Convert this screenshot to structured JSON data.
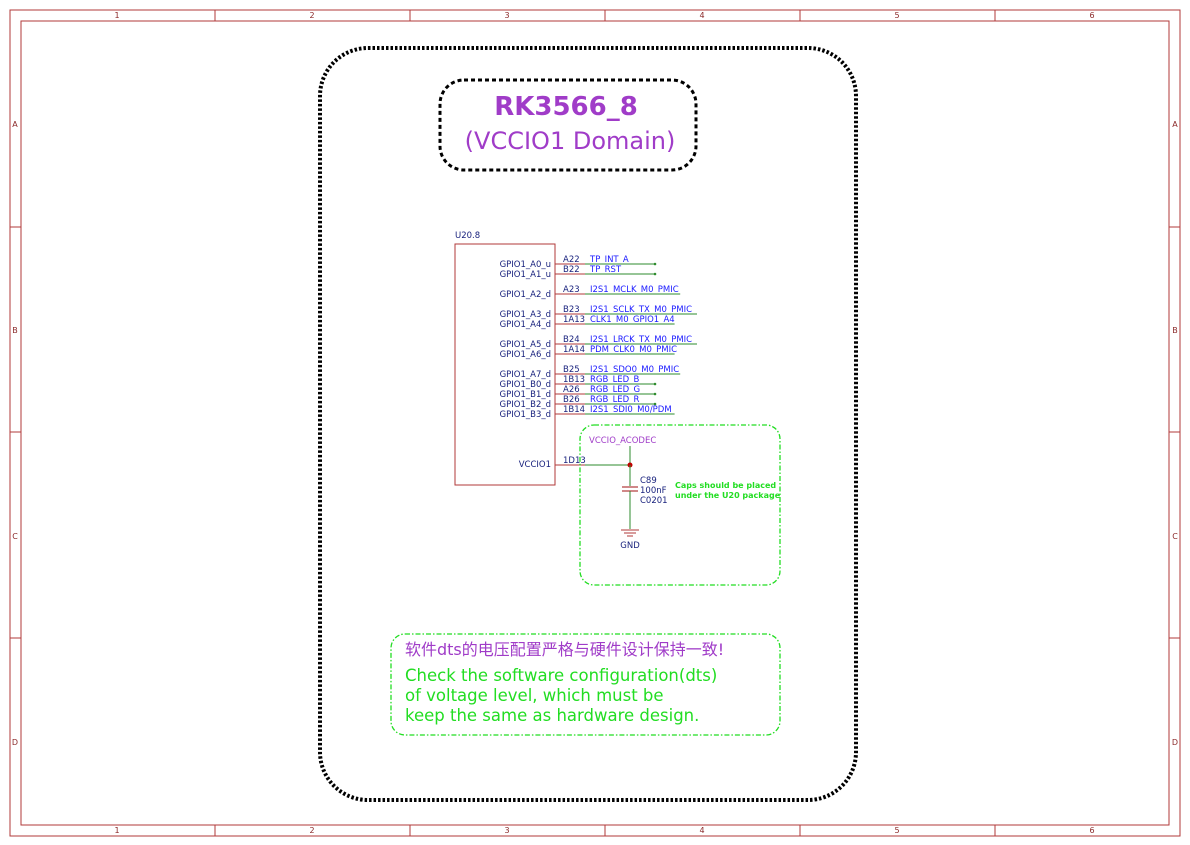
{
  "frame": {
    "columns": [
      "1",
      "2",
      "3",
      "4",
      "5",
      "6"
    ],
    "rows": [
      "A",
      "B",
      "C",
      "D"
    ]
  },
  "title": {
    "main": "RK3566_8",
    "sub": "(VCCIO1 Domain)"
  },
  "component": {
    "ref": "U20.8",
    "pins": [
      {
        "name": "GPIO1_A0_u",
        "number": "A22",
        "net": "TP_INT_A"
      },
      {
        "name": "GPIO1_A1_u",
        "number": "B22",
        "net": "TP_RST"
      },
      {
        "name": "GPIO1_A2_d",
        "number": "A23",
        "net": "I2S1_MCLK_M0_PMIC"
      },
      {
        "name": "GPIO1_A3_d",
        "number": "B23",
        "net": "I2S1_SCLK_TX_M0_PMIC"
      },
      {
        "name": "GPIO1_A4_d",
        "number": "1A13",
        "net": "CLK1_M0_GPIO1_A4"
      },
      {
        "name": "GPIO1_A5_d",
        "number": "B24",
        "net": "I2S1_LRCK_TX_M0_PMIC"
      },
      {
        "name": "GPIO1_A6_d",
        "number": "1A14",
        "net": "PDM_CLK0_M0_PMIC"
      },
      {
        "name": "GPIO1_A7_d",
        "number": "B25",
        "net": "I2S1_SDO0_M0_PMIC"
      },
      {
        "name": "GPIO1_B0_d",
        "number": "1B13",
        "net": "RGB_LED_B"
      },
      {
        "name": "GPIO1_B1_d",
        "number": "A26",
        "net": "RGB_LED_G"
      },
      {
        "name": "GPIO1_B2_d",
        "number": "B26",
        "net": "RGB_LED_R"
      },
      {
        "name": "GPIO1_B3_d",
        "number": "1B14",
        "net": "I2S1_SDI0_M0/PDM"
      }
    ],
    "power_pin": {
      "name": "VCCIO1",
      "number": "1D13"
    }
  },
  "power_net": "VCCIO_ACODEC",
  "capacitor": {
    "ref": "C89",
    "value": "100nF",
    "package": "C0201"
  },
  "ground": "GND",
  "cap_note": [
    "Caps should be placed",
    "under the U20 package"
  ],
  "notice": {
    "cn": "软件dts的电压配置严格与硬件设计保持一致!",
    "en": [
      "Check the software configuration(dts)",
      "of voltage level, which must be",
      "keep the same as hardware design."
    ]
  },
  "colors": {
    "frame": "#b03a3a",
    "title": "#a03cc8",
    "wire": "#2e8b2e",
    "net_label": "#1a1aff",
    "note_green": "#22dd22",
    "junction": "#c00000"
  }
}
